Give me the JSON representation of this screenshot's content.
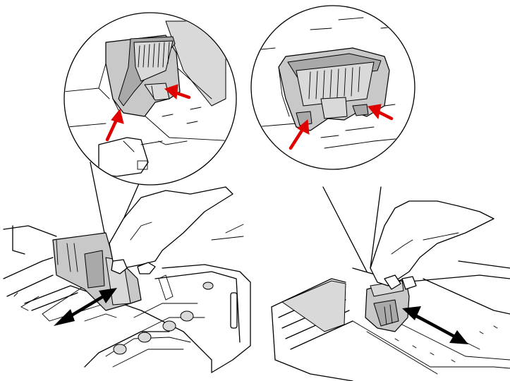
{
  "figure": {
    "panels": [
      {
        "id": "left",
        "subject": "paper-tray-width-guide",
        "zoom_arrows": 2,
        "slide_direction": "horizontal"
      },
      {
        "id": "right",
        "subject": "paper-tray-length-guide",
        "zoom_arrows": 2,
        "slide_direction": "diagonal"
      }
    ],
    "colors": {
      "pointer_arrow": "#e00000",
      "part_fill": "#c8c8c8",
      "line": "#000000"
    }
  }
}
